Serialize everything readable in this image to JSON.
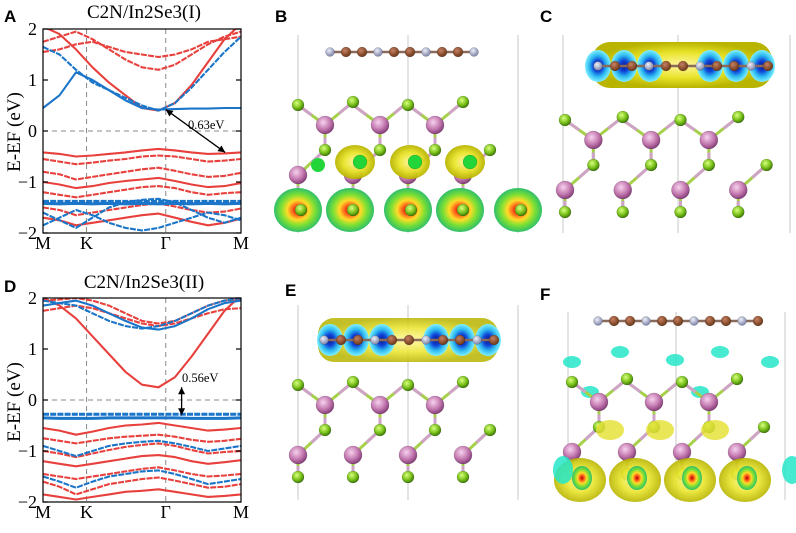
{
  "panel_labels": {
    "A": "A",
    "B": "B",
    "C": "C",
    "D": "D",
    "E": "E",
    "F": "F"
  },
  "chart_data": [
    {
      "panel": "A",
      "type": "line",
      "title": "C2N/In2Se3(I)",
      "ylabel": "E-EF (eV)",
      "ylim": [
        -2,
        2
      ],
      "yticks": [
        "2",
        "1",
        "0",
        "-1",
        "-2"
      ],
      "xticks": [
        "M",
        "K",
        "Γ",
        "M"
      ],
      "gap_annotation": "0.63eV",
      "grid": "dashed at K, Γ and E=0",
      "series": [
        {
          "color": "#e8413d",
          "bands": [
            [
              2.05,
              1.9,
              1.6,
              1.25,
              0.95,
              0.7,
              0.45,
              0.4,
              0.55,
              0.9,
              1.35,
              1.8,
              2.1
            ],
            [
              1.75,
              1.85,
              1.95,
              1.8,
              1.6,
              1.4,
              1.25,
              1.2,
              1.3,
              1.5,
              1.7,
              1.85,
              1.95
            ],
            [
              1.55,
              1.6,
              1.7,
              1.75,
              1.65,
              1.55,
              1.5,
              1.45,
              1.5,
              1.6,
              1.75,
              1.8,
              1.85
            ],
            [
              -0.42,
              -0.45,
              -0.5,
              -0.48,
              -0.45,
              -0.42,
              -0.38,
              -0.35,
              -0.38,
              -0.42,
              -0.45,
              -0.44,
              -0.42
            ],
            [
              -0.55,
              -0.6,
              -0.65,
              -0.62,
              -0.58,
              -0.55,
              -0.5,
              -0.48,
              -0.5,
              -0.55,
              -0.6,
              -0.58,
              -0.55
            ],
            [
              -0.8,
              -0.85,
              -0.95,
              -0.9,
              -0.85,
              -0.8,
              -0.75,
              -0.72,
              -0.78,
              -0.85,
              -0.9,
              -0.88,
              -0.82
            ],
            [
              -1.0,
              -1.05,
              -1.12,
              -1.08,
              -1.02,
              -0.98,
              -0.95,
              -0.92,
              -0.98,
              -1.05,
              -1.1,
              -1.08,
              -1.02
            ],
            [
              -1.2,
              -1.25,
              -1.3,
              -1.25,
              -1.2,
              -1.15,
              -1.1,
              -1.08,
              -1.12,
              -1.2,
              -1.25,
              -1.22,
              -1.2
            ],
            [
              -1.5,
              -1.55,
              -1.65,
              -1.6,
              -1.55,
              -1.5,
              -1.45,
              -1.42,
              -1.48,
              -1.55,
              -1.6,
              -1.58,
              -1.52
            ],
            [
              -1.7,
              -1.75,
              -1.85,
              -1.8,
              -1.75,
              -1.7,
              -1.65,
              -1.62,
              -1.7,
              -1.78,
              -1.85,
              -1.8,
              -1.72
            ]
          ]
        },
        {
          "color": "#1b75c9",
          "bands": [
            [
              0.45,
              0.7,
              1.15,
              1.0,
              0.8,
              0.6,
              0.45,
              0.42,
              0.43,
              0.44,
              0.44,
              0.45,
              0.45
            ],
            [
              1.65,
              1.5,
              1.2,
              0.95,
              0.8,
              0.65,
              0.5,
              0.4,
              0.55,
              0.85,
              1.2,
              1.55,
              1.85
            ],
            [
              -1.38,
              -1.38,
              -1.38,
              -1.38,
              -1.38,
              -1.38,
              -1.38,
              -1.38,
              -1.38,
              -1.38,
              -1.38,
              -1.38,
              -1.38
            ],
            [
              -1.42,
              -1.43,
              -1.42,
              -1.43,
              -1.42,
              -1.43,
              -1.42,
              -1.43,
              -1.42,
              -1.43,
              -1.42,
              -1.43,
              -1.42
            ],
            [
              -1.6,
              -1.75,
              -1.9,
              -1.7,
              -1.5,
              -1.4,
              -1.35,
              -1.33,
              -1.4,
              -1.55,
              -1.7,
              -1.8,
              -1.7
            ],
            [
              -1.85,
              -1.7,
              -1.55,
              -1.65,
              -1.8,
              -1.9,
              -1.95,
              -1.9,
              -1.8,
              -1.7,
              -1.6,
              -1.65,
              -1.75
            ]
          ]
        }
      ]
    },
    {
      "panel": "D",
      "type": "line",
      "title": "C2N/In2Se3(II)",
      "ylabel": "E-EF (eV)",
      "ylim": [
        -2,
        2
      ],
      "yticks": [
        "2",
        "1",
        "0",
        "-1",
        "-2"
      ],
      "xticks": [
        "M",
        "K",
        "Γ",
        "M"
      ],
      "gap_annotation": "0.56eV",
      "grid": "dashed at K, Γ and E=0",
      "series": [
        {
          "color": "#e8413d",
          "bands": [
            [
              2.0,
              1.85,
              1.6,
              1.25,
              0.9,
              0.55,
              0.3,
              0.25,
              0.45,
              0.85,
              1.3,
              1.75,
              2.05
            ],
            [
              1.95,
              1.97,
              2.0,
              1.95,
              1.85,
              1.7,
              1.55,
              1.5,
              1.55,
              1.7,
              1.85,
              1.95,
              1.98
            ],
            [
              1.75,
              1.8,
              1.85,
              1.8,
              1.7,
              1.6,
              1.5,
              1.45,
              1.5,
              1.6,
              1.7,
              1.78,
              1.8
            ],
            [
              -0.55,
              -0.6,
              -0.68,
              -0.62,
              -0.55,
              -0.5,
              -0.48,
              -0.45,
              -0.5,
              -0.55,
              -0.6,
              -0.58,
              -0.55
            ],
            [
              -0.75,
              -0.8,
              -0.85,
              -0.8,
              -0.75,
              -0.72,
              -0.7,
              -0.68,
              -0.72,
              -0.78,
              -0.82,
              -0.8,
              -0.76
            ],
            [
              -1.0,
              -1.05,
              -1.12,
              -1.05,
              -0.98,
              -0.92,
              -0.88,
              -0.85,
              -0.9,
              -0.98,
              -1.05,
              -1.02,
              -1.0
            ],
            [
              -1.2,
              -1.25,
              -1.3,
              -1.25,
              -1.2,
              -1.15,
              -1.1,
              -1.08,
              -1.12,
              -1.2,
              -1.25,
              -1.22,
              -1.18
            ],
            [
              -1.45,
              -1.5,
              -1.55,
              -1.5,
              -1.45,
              -1.4,
              -1.35,
              -1.32,
              -1.38,
              -1.45,
              -1.5,
              -1.48,
              -1.45
            ],
            [
              -1.6,
              -1.7,
              -1.85,
              -1.75,
              -1.65,
              -1.6,
              -1.55,
              -1.52,
              -1.58,
              -1.65,
              -1.72,
              -1.7,
              -1.65
            ],
            [
              -1.85,
              -1.9,
              -1.95,
              -1.9,
              -1.85,
              -1.8,
              -1.78,
              -1.75,
              -1.8,
              -1.85,
              -1.9,
              -1.88,
              -1.85
            ]
          ]
        },
        {
          "color": "#1b75c9",
          "bands": [
            [
              1.85,
              1.9,
              1.95,
              1.85,
              1.7,
              1.55,
              1.42,
              1.38,
              1.45,
              1.6,
              1.78,
              1.9,
              1.95
            ],
            [
              1.95,
              1.9,
              1.85,
              1.7,
              1.55,
              1.45,
              1.4,
              1.45,
              1.55,
              1.7,
              1.85,
              1.95,
              2.0
            ],
            [
              -0.28,
              -0.28,
              -0.28,
              -0.28,
              -0.28,
              -0.28,
              -0.28,
              -0.28,
              -0.28,
              -0.28,
              -0.28,
              -0.28,
              -0.28
            ],
            [
              -0.35,
              -0.36,
              -0.36,
              -0.36,
              -0.35,
              -0.35,
              -0.35,
              -0.35,
              -0.35,
              -0.36,
              -0.36,
              -0.36,
              -0.35
            ],
            [
              -0.9,
              -1.0,
              -1.1,
              -1.0,
              -0.9,
              -0.85,
              -0.82,
              -0.8,
              -0.85,
              -0.92,
              -1.0,
              -0.95,
              -0.9
            ],
            [
              -1.5,
              -1.6,
              -1.72,
              -1.6,
              -1.5,
              -1.45,
              -1.4,
              -1.38,
              -1.45,
              -1.55,
              -1.65,
              -1.6,
              -1.55
            ]
          ]
        }
      ]
    }
  ]
}
